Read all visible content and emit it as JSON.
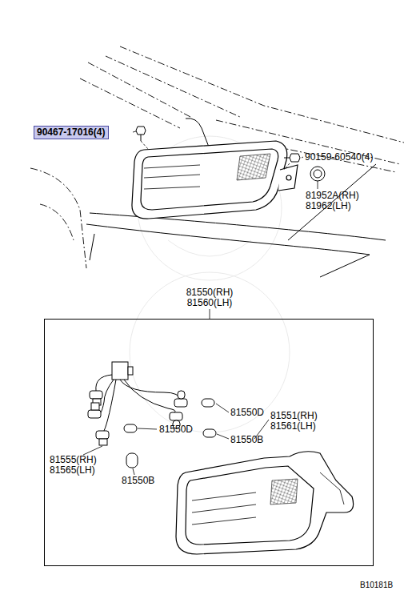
{
  "diagram": {
    "nodes": [
      {
        "text": [
          "90467-17016(4)"
        ]
      },
      {
        "text": [
          "81550(RH)",
          "81560(LH)"
        ]
      }
    ],
    "labels": [
      "90159-60540(4)",
      "81952A(RH)",
      "81962(LH)",
      "81550D",
      "81550D",
      "81551(RH)",
      "81561(LH)",
      "81550B",
      "81555(RH)",
      "81565(LH)",
      "81550B",
      "B10181B"
    ]
  }
}
